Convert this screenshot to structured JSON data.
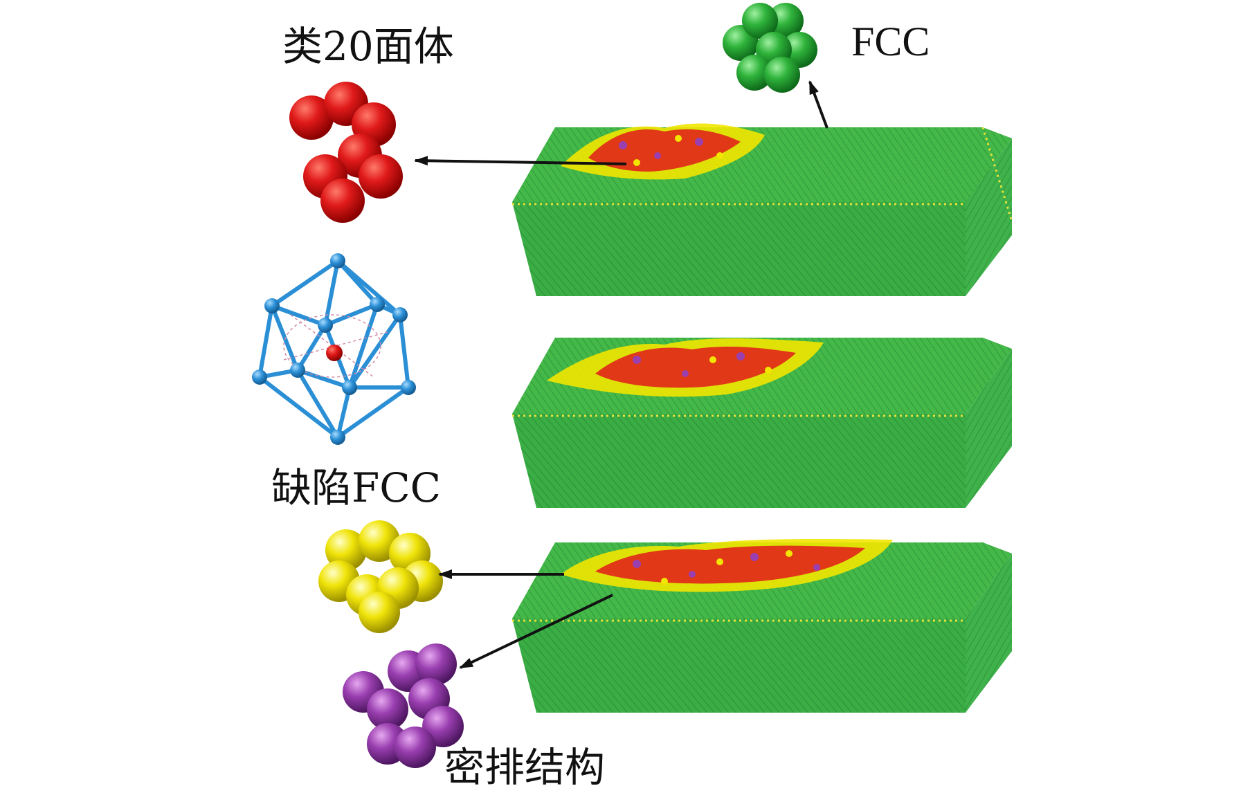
{
  "labels": {
    "icosahedral": "类20面体",
    "fcc": "FCC",
    "defect_fcc": "缺陷FCC",
    "close_packed": "密排结构"
  },
  "colors": {
    "fcc_green": "#3bb14a",
    "icosahedral_red": "#e01a1a",
    "defect_yellow": "#f2e600",
    "close_packed_purple": "#9a3fb0",
    "icosahedron_frame_blue": "#2b8fd6",
    "arrow_black": "#111111",
    "edge_yellow": "#e6e23a"
  },
  "slabs": [
    "slab-top",
    "slab-middle",
    "slab-bottom"
  ]
}
